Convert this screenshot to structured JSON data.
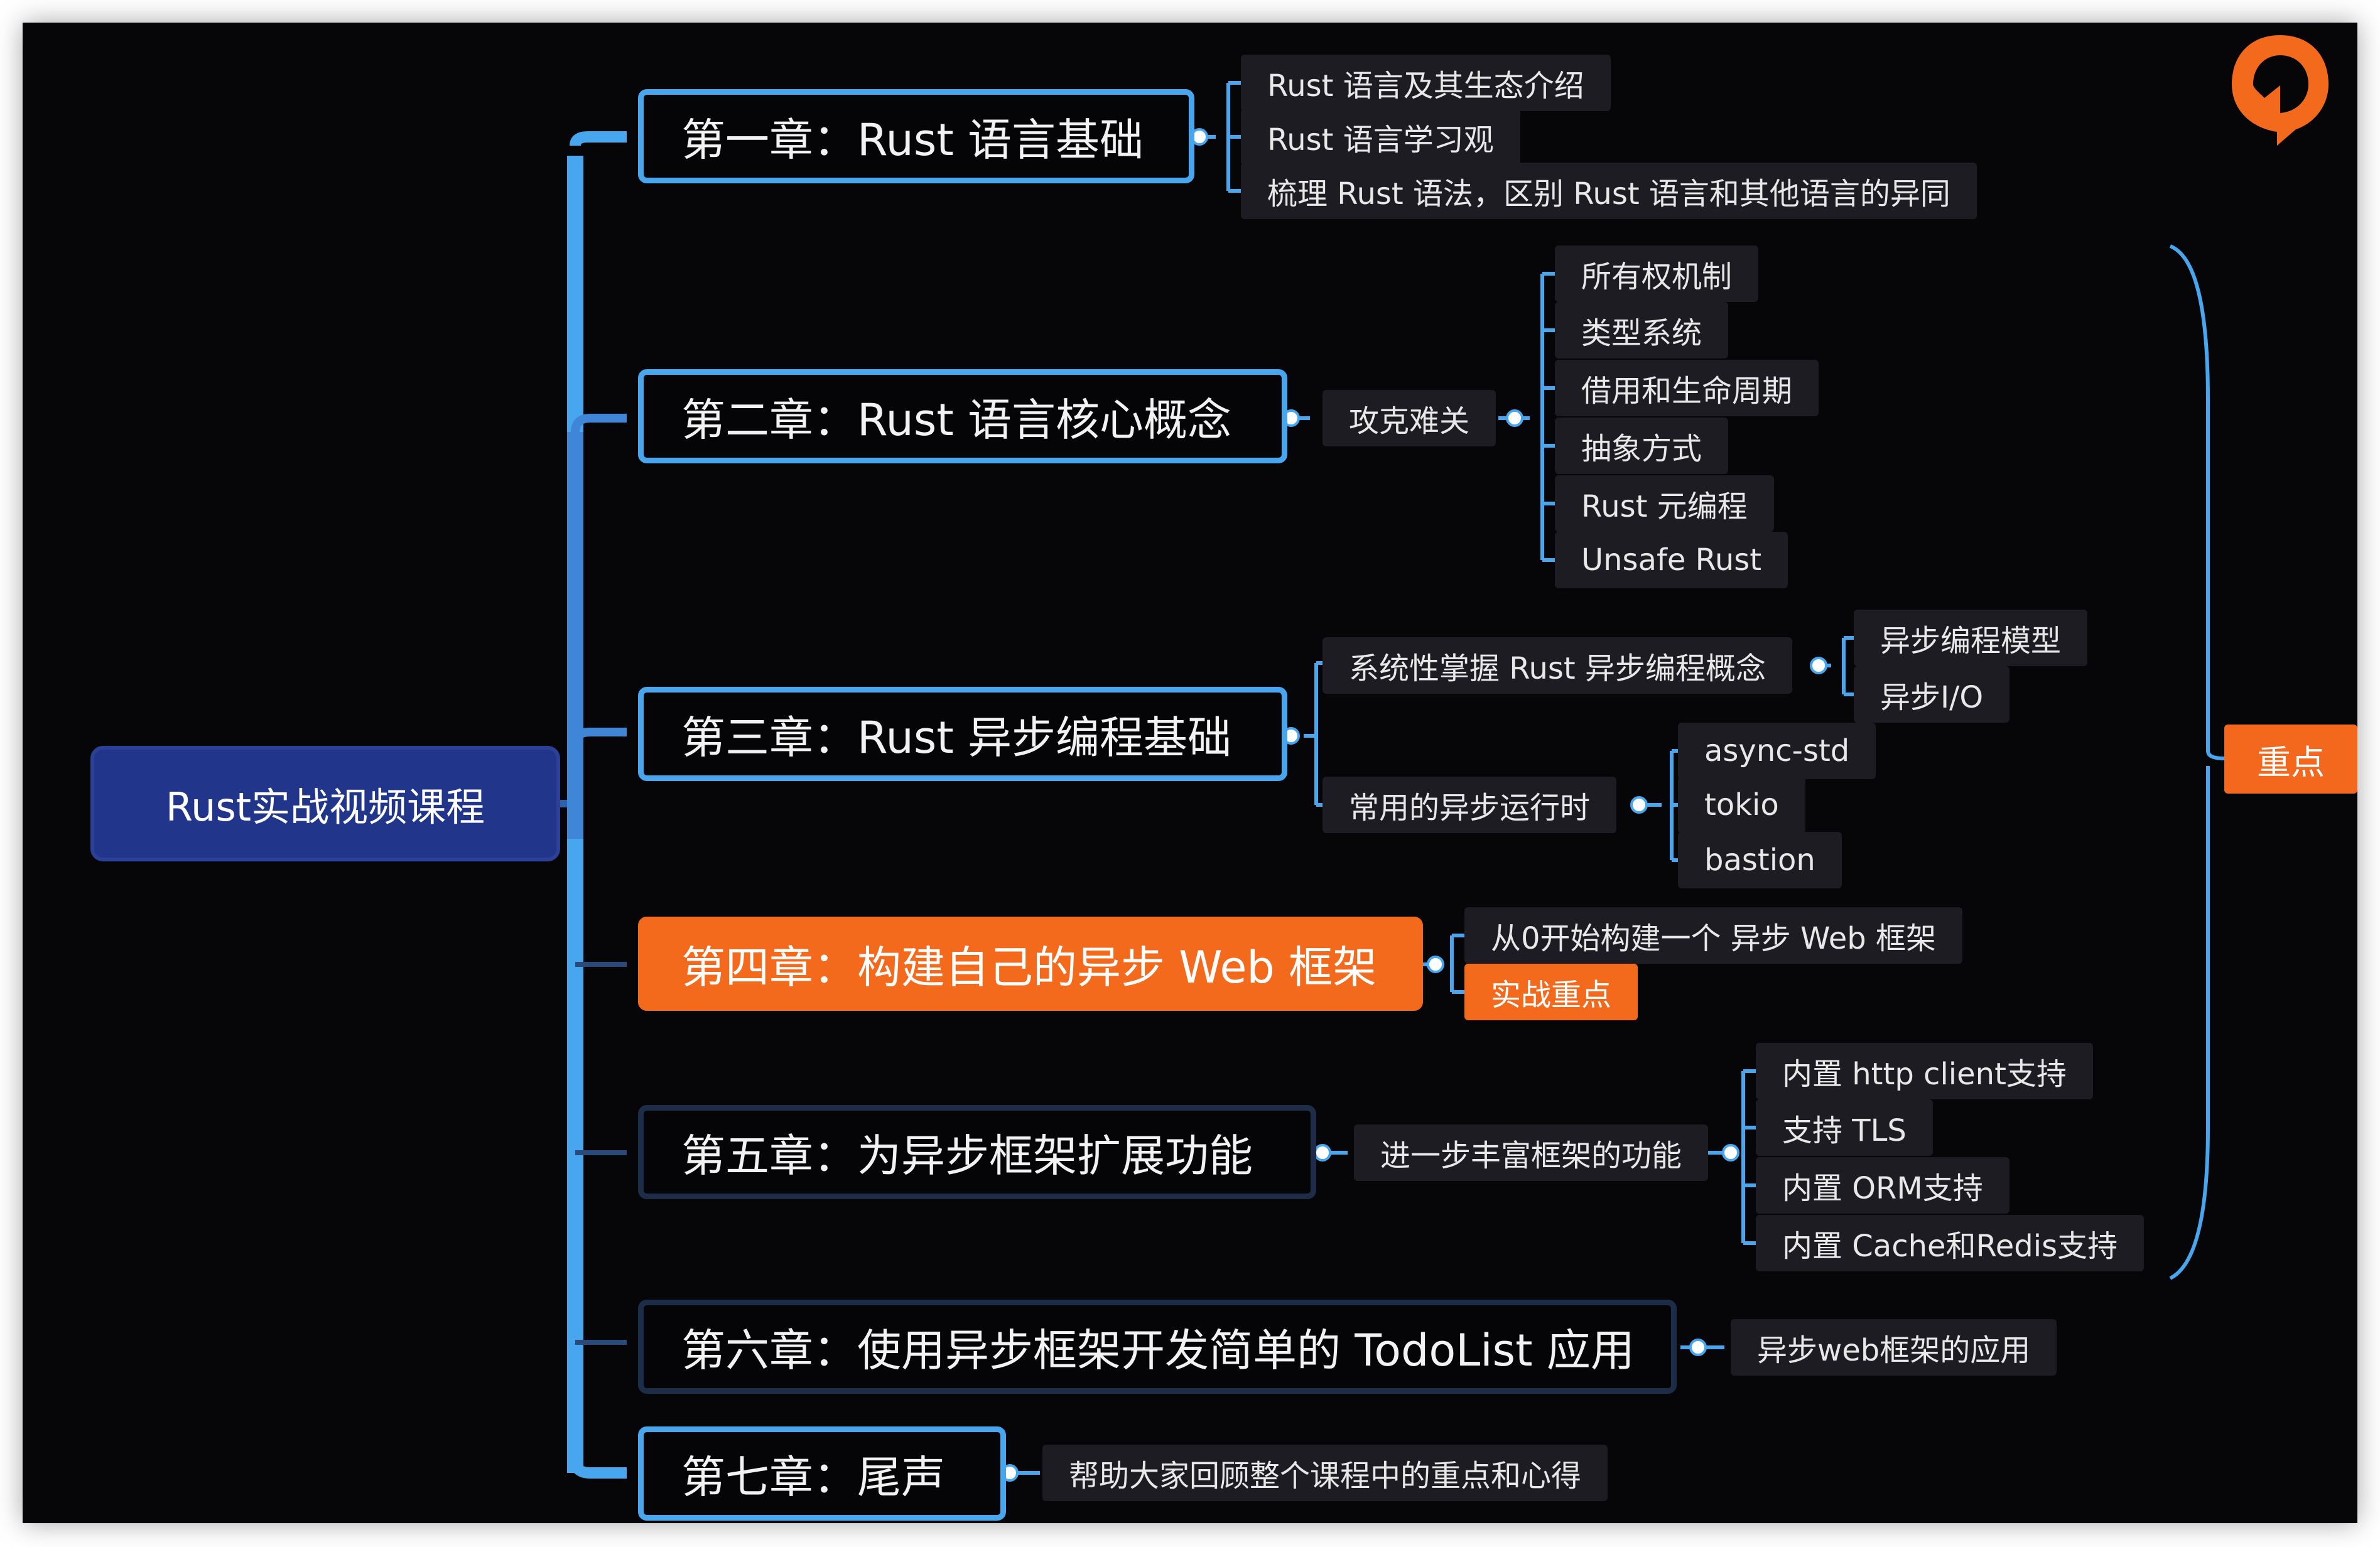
{
  "root": {
    "label": "Rust实战视频课程"
  },
  "chapters": [
    {
      "label": "第一章：Rust 语言基础",
      "children": [
        {
          "label": "Rust 语言及其生态介绍"
        },
        {
          "label": "Rust 语言学习观"
        },
        {
          "label": "梳理 Rust 语法，区别 Rust 语言和其他语言的异同"
        }
      ]
    },
    {
      "label": "第二章：Rust 语言核心概念",
      "children": [
        {
          "label": "攻克难关",
          "children": [
            {
              "label": "所有权机制"
            },
            {
              "label": "类型系统"
            },
            {
              "label": "借用和生命周期"
            },
            {
              "label": "抽象方式"
            },
            {
              "label": "Rust 元编程"
            },
            {
              "label": "Unsafe Rust"
            }
          ]
        }
      ]
    },
    {
      "label": "第三章：Rust 异步编程基础",
      "children": [
        {
          "label": "系统性掌握 Rust 异步编程概念",
          "children": [
            {
              "label": "异步编程模型"
            },
            {
              "label": "异步I/O"
            }
          ]
        },
        {
          "label": "常用的异步运行时",
          "children": [
            {
              "label": "async-std"
            },
            {
              "label": "tokio"
            },
            {
              "label": "bastion"
            }
          ]
        }
      ]
    },
    {
      "label": "第四章：构建自己的异步 Web 框架",
      "highlight": true,
      "children": [
        {
          "label": "从0开始构建一个 异步 Web 框架"
        },
        {
          "label": "实战重点",
          "highlight": true
        }
      ]
    },
    {
      "label": "第五章：为异步框架扩展功能",
      "children": [
        {
          "label": "进一步丰富框架的功能",
          "children": [
            {
              "label": "内置 http client支持"
            },
            {
              "label": "支持 TLS"
            },
            {
              "label": "内置 ORM支持"
            },
            {
              "label": "内置 Cache和Redis支持"
            }
          ]
        }
      ]
    },
    {
      "label": "第六章：使用异步框架开发简单的 TodoList 应用",
      "children": [
        {
          "label": "异步web框架的应用"
        }
      ]
    },
    {
      "label": "第七章：尾声",
      "children": [
        {
          "label": "帮助大家回顾整个课程中的重点和心得"
        }
      ]
    }
  ],
  "summary": {
    "label": "重点"
  },
  "colors": {
    "background": "#060609",
    "root": "#21358a",
    "chapter_border": "#47a6ee",
    "highlight": "#f46a1d",
    "leaf_bg": "#1c1c22",
    "branch": "#47a6ee"
  },
  "logo": {
    "icon": "brand-logo-icon"
  }
}
